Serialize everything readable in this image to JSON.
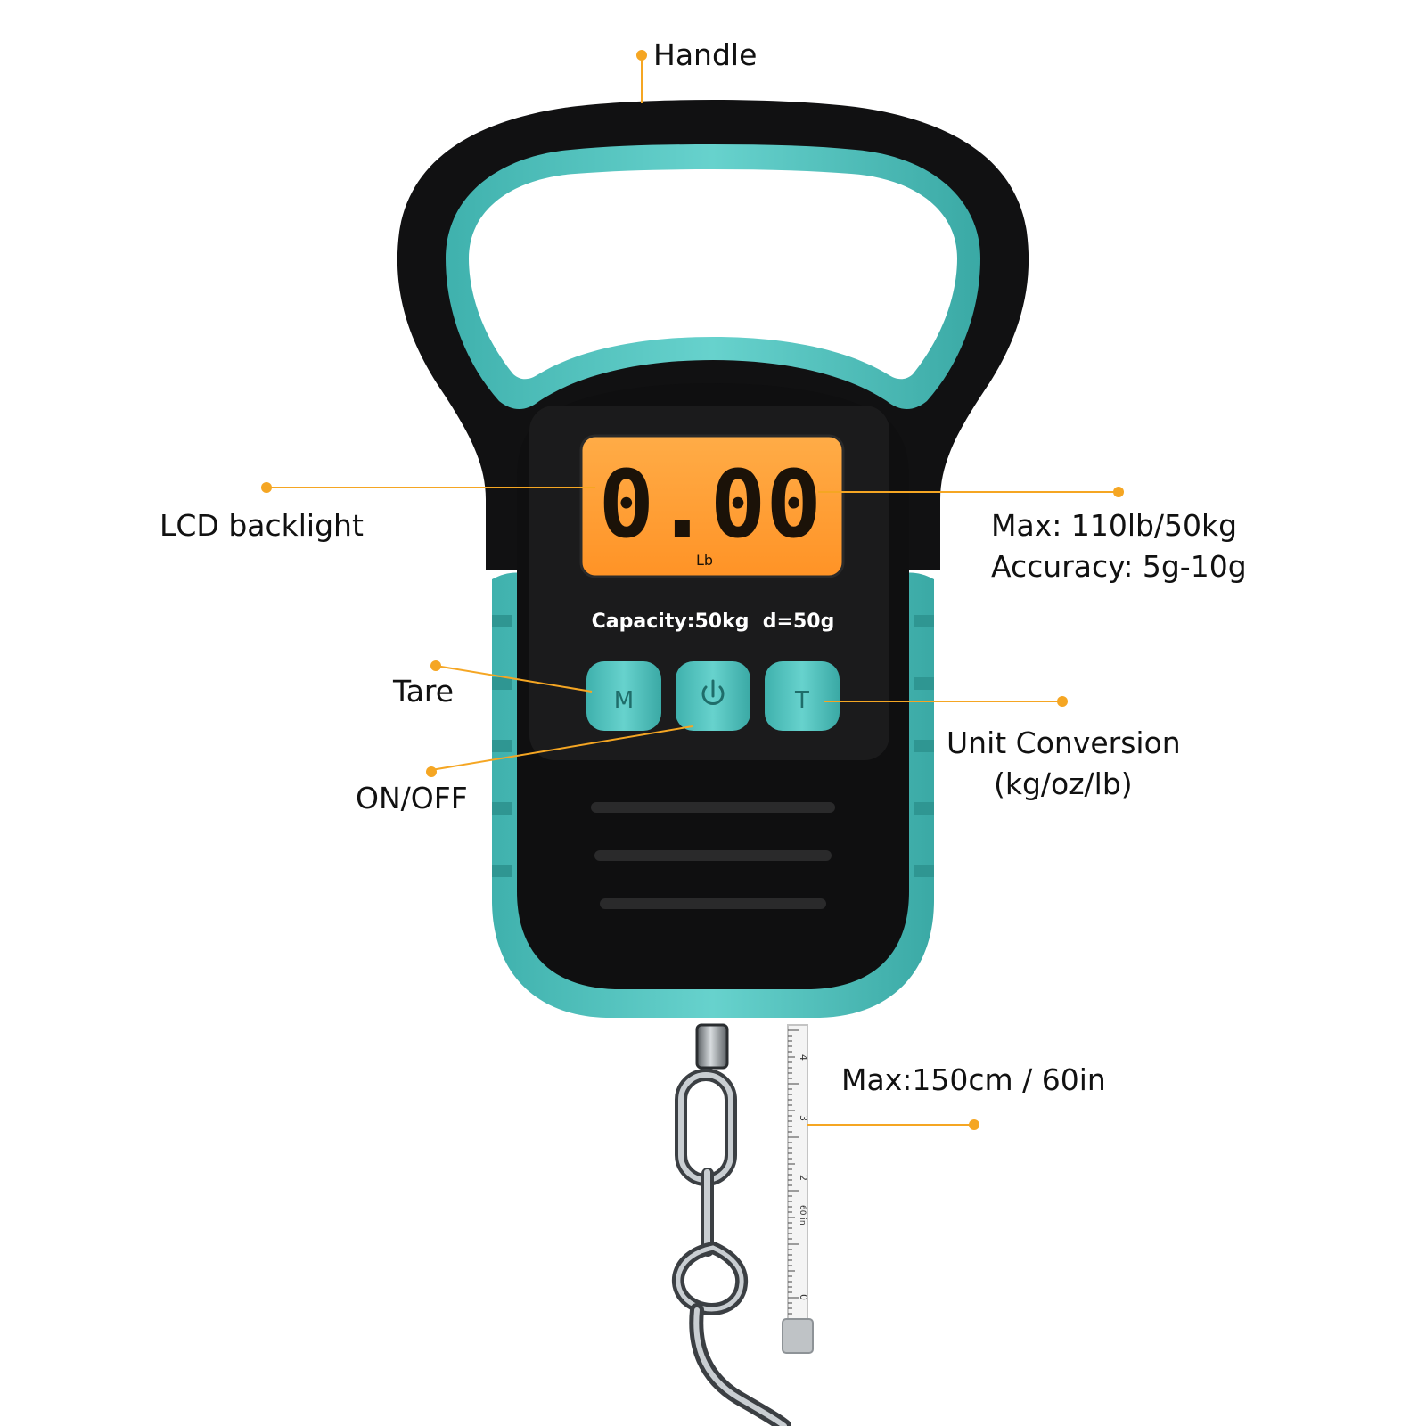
{
  "callouts": {
    "handle": "Handle",
    "lcd_backlight": "LCD backlight",
    "max_weight": "Max:  110lb/50kg",
    "accuracy": "Accuracy:  5g-10g",
    "tare": "Tare",
    "on_off": "ON/OFF",
    "unit_conversion": "Unit Conversion",
    "unit_list": "(kg/oz/lb)",
    "tape_max": "Max:150cm / 60in"
  },
  "display": {
    "reading": "0.00",
    "unit": "Lb"
  },
  "panel": {
    "capacity": "Capacity:50kg  d=50g"
  },
  "buttons": {
    "tare_symbol": "M",
    "unit_symbol": "T"
  },
  "tape": {
    "marks": [
      "4",
      "3",
      "2",
      "60 in",
      "0"
    ]
  },
  "icons": {
    "power": "power-icon"
  },
  "colors": {
    "body": "#0f0f10",
    "accent_teal": "#5fcbc7",
    "lcd_orange": "#ff9a2e",
    "callout_line": "#f5a623"
  }
}
